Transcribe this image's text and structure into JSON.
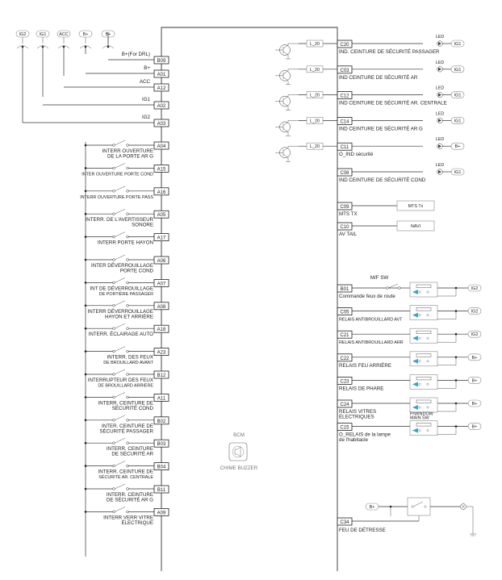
{
  "top_sources": [
    {
      "id": "src-ig2",
      "label": "IG2"
    },
    {
      "id": "src-ig1",
      "label": "IG1"
    },
    {
      "id": "src-acc",
      "label": "ACC"
    },
    {
      "id": "src-b1",
      "label": "B+"
    },
    {
      "id": "src-b2",
      "label": "B+"
    }
  ],
  "power_inputs": [
    {
      "pin": "B09",
      "label": "B+(For DRL)"
    },
    {
      "pin": "A01",
      "label": "B+"
    },
    {
      "pin": "A12",
      "label": "ACC"
    },
    {
      "pin": "A02",
      "label": "IG1"
    },
    {
      "pin": "A03",
      "label": "IG2"
    }
  ],
  "left_switches": [
    {
      "pin": "A04",
      "l1": "INTERR OUVERTURE",
      "l2": "DE LA PORTE AR G"
    },
    {
      "pin": "A15",
      "l1": "INTER OUVERTURE PORTE COND",
      "l2": ""
    },
    {
      "pin": "A16",
      "l1": "INTERR OUVERTURE PORTE PASS",
      "l2": ""
    },
    {
      "pin": "A05",
      "l1": "INTERR. DE L'AVERTISSEUR",
      "l2": "SONORE"
    },
    {
      "pin": "A17",
      "l1": "INTERR PORTE HAYON",
      "l2": ""
    },
    {
      "pin": "A06",
      "l1": "INTER DÉVERROUILLAGE",
      "l2": "PORTE COND"
    },
    {
      "pin": "A07",
      "l1": "INT DE DÉVERROUILLAGE",
      "l2": "DE PORTIÈRE PASSAGER"
    },
    {
      "pin": "A08",
      "l1": "INTERR DÉVERROUILLAGE",
      "l2": "HAYON ET ARRIÈRE"
    },
    {
      "pin": "A18",
      "l1": "INTERR. ÉCLAIRAGE AUTO",
      "l2": ""
    },
    {
      "pin": "A23",
      "l1": "INTERR. DES FEUX",
      "l2": "DE BROUILLARD AVANT"
    },
    {
      "pin": "B12",
      "l1": "INTERRUPTEUR DES FEUX",
      "l2": "DE BROUILLARD ARRIÈRE"
    },
    {
      "pin": "A11",
      "l1": "INTERR. CEINTURE DE",
      "l2": "SÉCURITÉ COND"
    },
    {
      "pin": "B02",
      "l1": "INTER. CEINTURE DE",
      "l2": "SÉCURITÉ PASSAGER"
    },
    {
      "pin": "B03",
      "l1": "INTERR. CEINTURE",
      "l2": "DE SÉCURITÉ AR"
    },
    {
      "pin": "B04",
      "l1": "INTERR. CEINTURE DE",
      "l2": "SÉCURITÉ AR. CENTRALE"
    },
    {
      "pin": "B11",
      "l1": "INTERR. CEINTURE",
      "l2": "DE SÉCURITÉ AR G"
    },
    {
      "pin": "A09",
      "l1": "INTERR VERR VITRE",
      "l2": "ÉLECTRIQUE"
    }
  ],
  "right_indicators": [
    {
      "pin": "C20",
      "label": "IND. CEINTURE DE SÉCURITÉ PASSAGER",
      "sig": "L_20",
      "led": "LED",
      "src": "IG1",
      "transistor": true
    },
    {
      "pin": "C03",
      "label": "IND CEINTURE DE SÉCURITÉ AR",
      "sig": "L_20",
      "led": "LED",
      "src": "IG1",
      "transistor": true
    },
    {
      "pin": "C12",
      "label": "IND CEINTURE DE SÉCURITÉ AR. CENTRALE",
      "sig": "L_20",
      "led": "LED",
      "src": "IG1",
      "transistor": true
    },
    {
      "pin": "C14",
      "label": "IND CEINTURE DE SÉCURITÉ AR G",
      "sig": "L_20",
      "led": "LED",
      "src": "IG1",
      "transistor": true
    },
    {
      "pin": "C11",
      "label": "O_IND sécurité",
      "sig": "L_20",
      "led": "LED",
      "src": "B+",
      "transistor": true
    },
    {
      "pin": "C08",
      "label": "IND CEINTURE DE SÉCURITÉ COND",
      "sig": "",
      "led": "LED",
      "src": "IG1",
      "transistor": false
    }
  ],
  "right_signals": [
    {
      "pin": "C09",
      "label": "MTS TX",
      "box": "MTS Tx"
    },
    {
      "pin": "C10",
      "label": "AV TAIL",
      "box": "NAVI"
    }
  ],
  "right_relays": [
    {
      "pin": "B01",
      "label": "Commande feux de route",
      "l2": "",
      "src": "IG2",
      "small": false
    },
    {
      "pin": "C05",
      "label": "RELAIS ANTIBROUILLARD AVT",
      "l2": "",
      "src": "IG2",
      "small": true
    },
    {
      "pin": "C21",
      "label": "RELAIS ANTIBROUILLARD ARR",
      "l2": "",
      "src": "IG2",
      "small": true
    },
    {
      "pin": "C22",
      "label": "RELAIS FEU ARRIÈRE",
      "l2": "",
      "src": "B+",
      "small": false
    },
    {
      "pin": "C23",
      "label": "RELAIS DE PHARE",
      "l2": "",
      "src": "B+",
      "small": false
    },
    {
      "pin": "C24",
      "label": "RELAIS VITRES",
      "l2": "ÉLECTRIQUES",
      "src": "B+",
      "small": false
    },
    {
      "pin": "C15",
      "label": "O_RELAIS de la lampe",
      "l2": "de l'habitacle",
      "src": "B+",
      "small": false
    }
  ],
  "mf_sw": "M/F SW",
  "pwindow": "P/WINDOW",
  "main_sw": "MAIN SW",
  "bcm": "BCM",
  "buzzer": "CHIME BUZZER",
  "hazard": {
    "pin": "C34",
    "label": "FEU DE DÉTRESSE",
    "src": "B+"
  },
  "colors": {
    "line": "#333333",
    "led_arrow": "#2fa8c9",
    "grey_text": "#777777"
  }
}
